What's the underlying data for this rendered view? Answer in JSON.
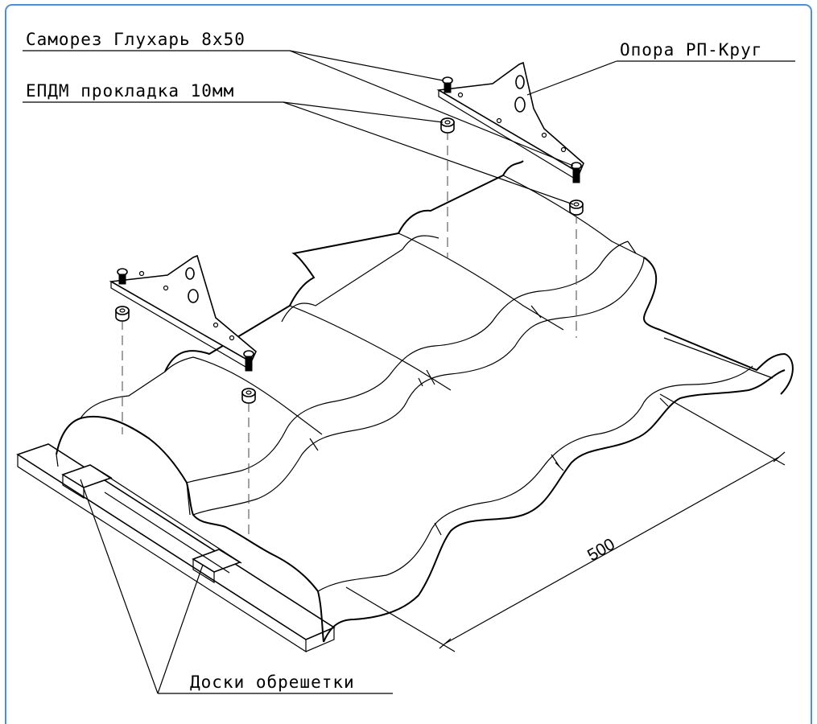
{
  "labels": {
    "screw": "Саморез Глухарь 8x50",
    "gasket": "ЕПДМ прокладка 10мм",
    "support": "Опора РП-Круг",
    "boards": "Доски обрешетки"
  },
  "dimension": {
    "value": "500"
  },
  "colors": {
    "frame_border": "#4d8fd6",
    "lines": "#000000",
    "background": "#ffffff"
  }
}
